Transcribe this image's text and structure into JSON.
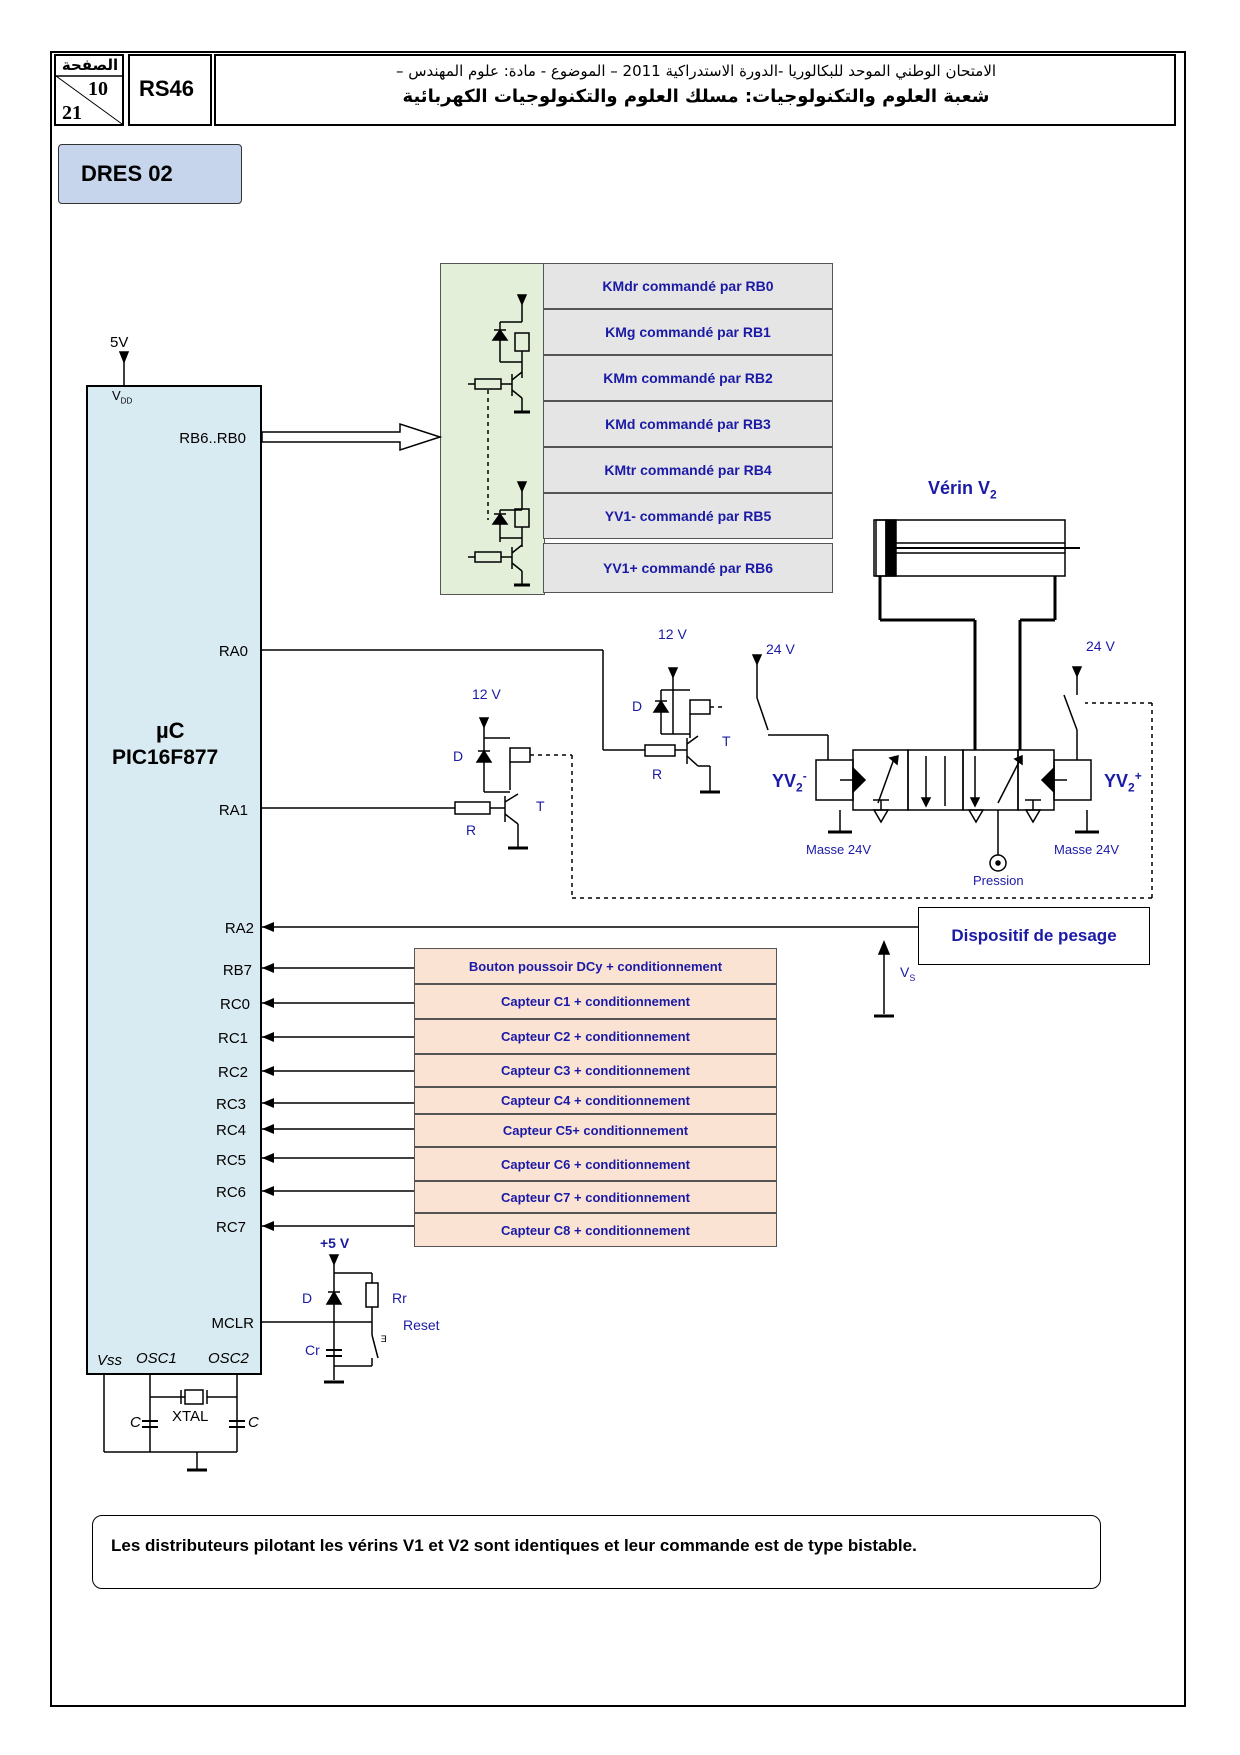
{
  "header": {
    "page_word": "الصفحة",
    "page_num": "10",
    "page_total": "21",
    "code": "RS46",
    "title_line1": "الامتحان الوطني الموحد للبكالوريا -الدورة الاستدراكية 2011 – الموضوع - مادة: علوم المهندس –",
    "title_line2": "شعبة العلوم والتكنولوجيات: مسلك العلوم والتكنولوجيات الكهربائية"
  },
  "doc_label": "DRES 02",
  "mcu": {
    "supply": "5V",
    "vdd": "V",
    "vdd_sub": "DD",
    "name1": "µC",
    "name2": "PIC16F877",
    "pins": {
      "rb_bus": "RB6..RB0",
      "ra0": "RA0",
      "ra1": "RA1",
      "ra2": "RA2",
      "rb7": "RB7",
      "rc0": "RC0",
      "rc1": "RC1",
      "rc2": "RC2",
      "rc3": "RC3",
      "rc4": "RC4",
      "rc5": "RC5",
      "rc6": "RC6",
      "rc7": "RC7",
      "mclr": "MCLR",
      "vss": "Vss",
      "osc1": "OSC1",
      "osc2": "OSC2"
    }
  },
  "outputs": [
    "KMdr commandé par RB0",
    "KMg commandé par RB1",
    "KMm commandé par RB2",
    "KMd commandé par RB3",
    "KMtr commandé par RB4",
    "YV1- commandé par RB5",
    "YV1+ commandé par RB6"
  ],
  "inputs": [
    "Bouton poussoir  DCy + conditionnement",
    "Capteur C1 + conditionnement",
    "Capteur C2 + conditionnement",
    "Capteur C3 + conditionnement",
    "Capteur C4 + conditionnement",
    "Capteur C5+ conditionnement",
    "Capteur C6  + conditionnement",
    "Capteur C7 + conditionnement",
    "Capteur C8 + conditionnement"
  ],
  "relay_labels": {
    "v12": "12 V",
    "v24": "24 V",
    "d": "D",
    "r": "R",
    "t": "T"
  },
  "pneumatic": {
    "cylinder": "Vérin V",
    "cylinder_sub": "2",
    "yv_minus": "YV",
    "yv_minus_sub": "2",
    "yv_minus_sup": "-",
    "yv_plus": "YV",
    "yv_plus_sub": "2",
    "yv_plus_sup": "+",
    "ground": "Masse 24V",
    "pressure": "Pression"
  },
  "weigh": {
    "label": "Dispositif de pesage",
    "vs": "V",
    "vs_sub": "S"
  },
  "reset": {
    "supply": "+5 V",
    "d": "D",
    "rr": "Rr",
    "reset": "Reset",
    "cr": "Cr"
  },
  "osc": {
    "c": "C",
    "xtal": "XTAL"
  },
  "note": "Les distributeurs pilotant les vérins  V1 et V2 sont identiques et leur commande est de type bistable."
}
